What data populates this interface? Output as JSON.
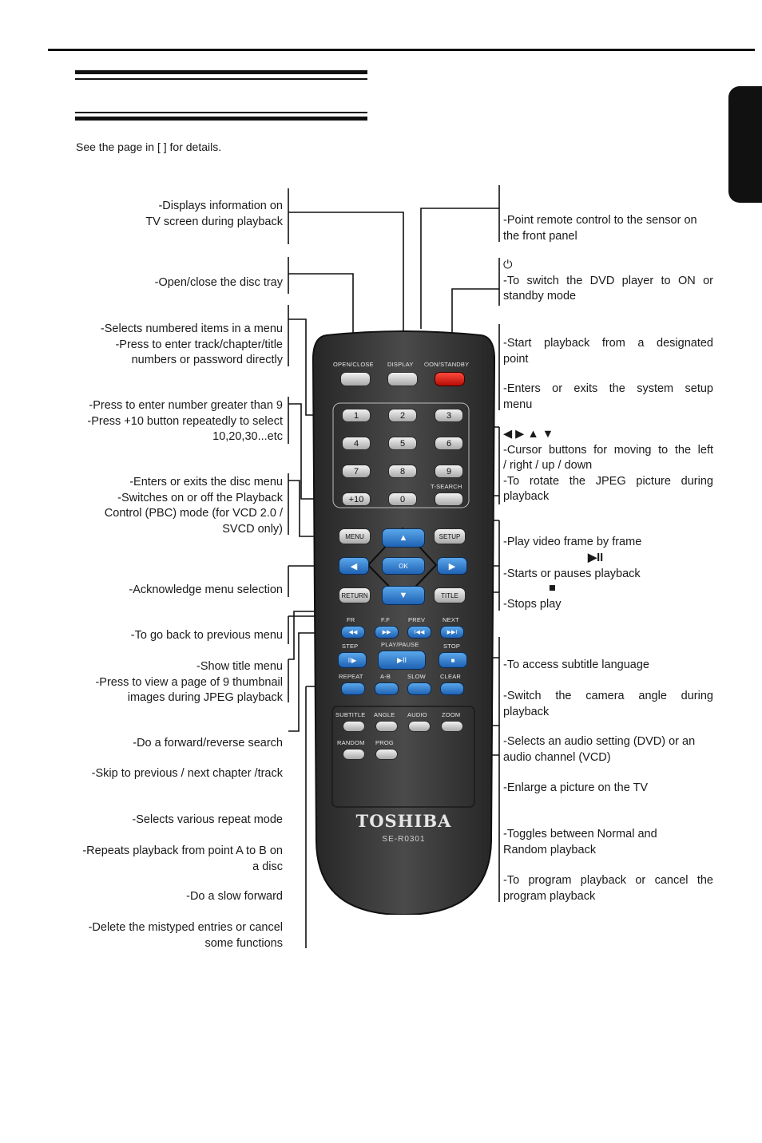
{
  "header": {
    "intro": "See the page in [   ] for details."
  },
  "left_labels": {
    "display": [
      "-Displays information on",
      "TV screen during playback"
    ],
    "open_close": [
      "-Open/close the disc tray"
    ],
    "numbers": [
      "-Selects numbered items in a menu",
      "-Press to enter track/chapter/title",
      "numbers or password directly"
    ],
    "plus10": [
      "-Press to enter number greater than 9",
      "-Press +10 button repeatedly to select",
      "10,20,30...etc"
    ],
    "menu": [
      "-Enters or exits the disc menu",
      "-Switches on or off the Playback",
      "Control (PBC) mode (for VCD 2.0 /",
      "SVCD only)"
    ],
    "ok": [
      "-Acknowledge menu selection"
    ],
    "return": [
      "-To go back to previous menu"
    ],
    "title": [
      "-Show title menu",
      "-Press to view a page of 9 thumbnail",
      "images during JPEG playback"
    ],
    "fr_ff": [
      "-Do a forward/reverse search"
    ],
    "prev_next": [
      "-Skip to previous / next chapter /track"
    ],
    "repeat": [
      "-Selects various repeat mode"
    ],
    "ab": [
      "-Repeats playback from point A to B on",
      "a disc"
    ],
    "slow": [
      "-Do a slow forward"
    ],
    "clear": [
      "-Delete  the mistyped entries or cancel",
      "some functions"
    ]
  },
  "right_labels": {
    "sensor": [
      "-Point remote control to the sensor on",
      "the front panel"
    ],
    "standby_symbol": "⏻",
    "standby": [
      "-To switch the DVD player to ON or",
      "standby mode"
    ],
    "tsearch": [
      "-Start playback from a designated",
      "point"
    ],
    "setup": [
      "-Enters or exits the system setup",
      "menu"
    ],
    "cursor_symbols": "◀ ▶ ▲ ▼",
    "cursor": [
      "-Cursor buttons for moving to the left",
      "/ right / up / down",
      "-To rotate the JPEG picture during",
      "playback"
    ],
    "step": [
      "-Play video frame by frame"
    ],
    "playpause_symbol": "▶II",
    "playpause": [
      "-Starts or pauses playback"
    ],
    "stop_symbol": "■",
    "stop": [
      "-Stops play"
    ],
    "subtitle": [
      "-To access subtitle language"
    ],
    "angle": [
      "-Switch the camera angle during",
      "playback"
    ],
    "audio": [
      "-Selects an audio setting (DVD) or an",
      "audio channel (VCD)"
    ],
    "zoom": [
      "-Enlarge a picture on the TV"
    ],
    "random": [
      "-Toggles between Normal and",
      "Random playback"
    ],
    "prog": [
      "-To program playback or cancel the",
      "program playback"
    ]
  },
  "remote": {
    "brand": "TOSHIBA",
    "model": "SE-R0301",
    "top_labels": [
      "OPEN/CLOSE",
      "DISPLAY",
      "⏻ON/STANDBY"
    ],
    "digits": [
      "1",
      "2",
      "3",
      "4",
      "5",
      "6",
      "7",
      "8",
      "9",
      "+10",
      "0"
    ],
    "tsearch": "T-SEARCH",
    "menu": "MENU",
    "setup": "SETUP",
    "ok": "OK",
    "return": "RETURN",
    "title": "TITLE",
    "transport_labels": [
      "FR",
      "F.F",
      "PREV",
      "NEXT"
    ],
    "transport_icons": [
      "◀◀",
      "▶▶",
      "I◀◀",
      "▶▶I"
    ],
    "row2_labels": [
      "STEP",
      "PLAY/PAUSE",
      "STOP"
    ],
    "row2_icons": [
      "II▶",
      "▶II",
      "■"
    ],
    "row3_labels": [
      "REPEAT",
      "A-B",
      "SLOW",
      "CLEAR"
    ],
    "row4_labels": [
      "SUBTITLE",
      "ANGLE",
      "AUDIO",
      "ZOOM"
    ],
    "row5_labels": [
      "RANDOM",
      "PROG"
    ]
  },
  "colors": {
    "remote_body": "#3a3a3a",
    "button_blue": "#2f7fd0",
    "button_red": "#e0241b"
  }
}
